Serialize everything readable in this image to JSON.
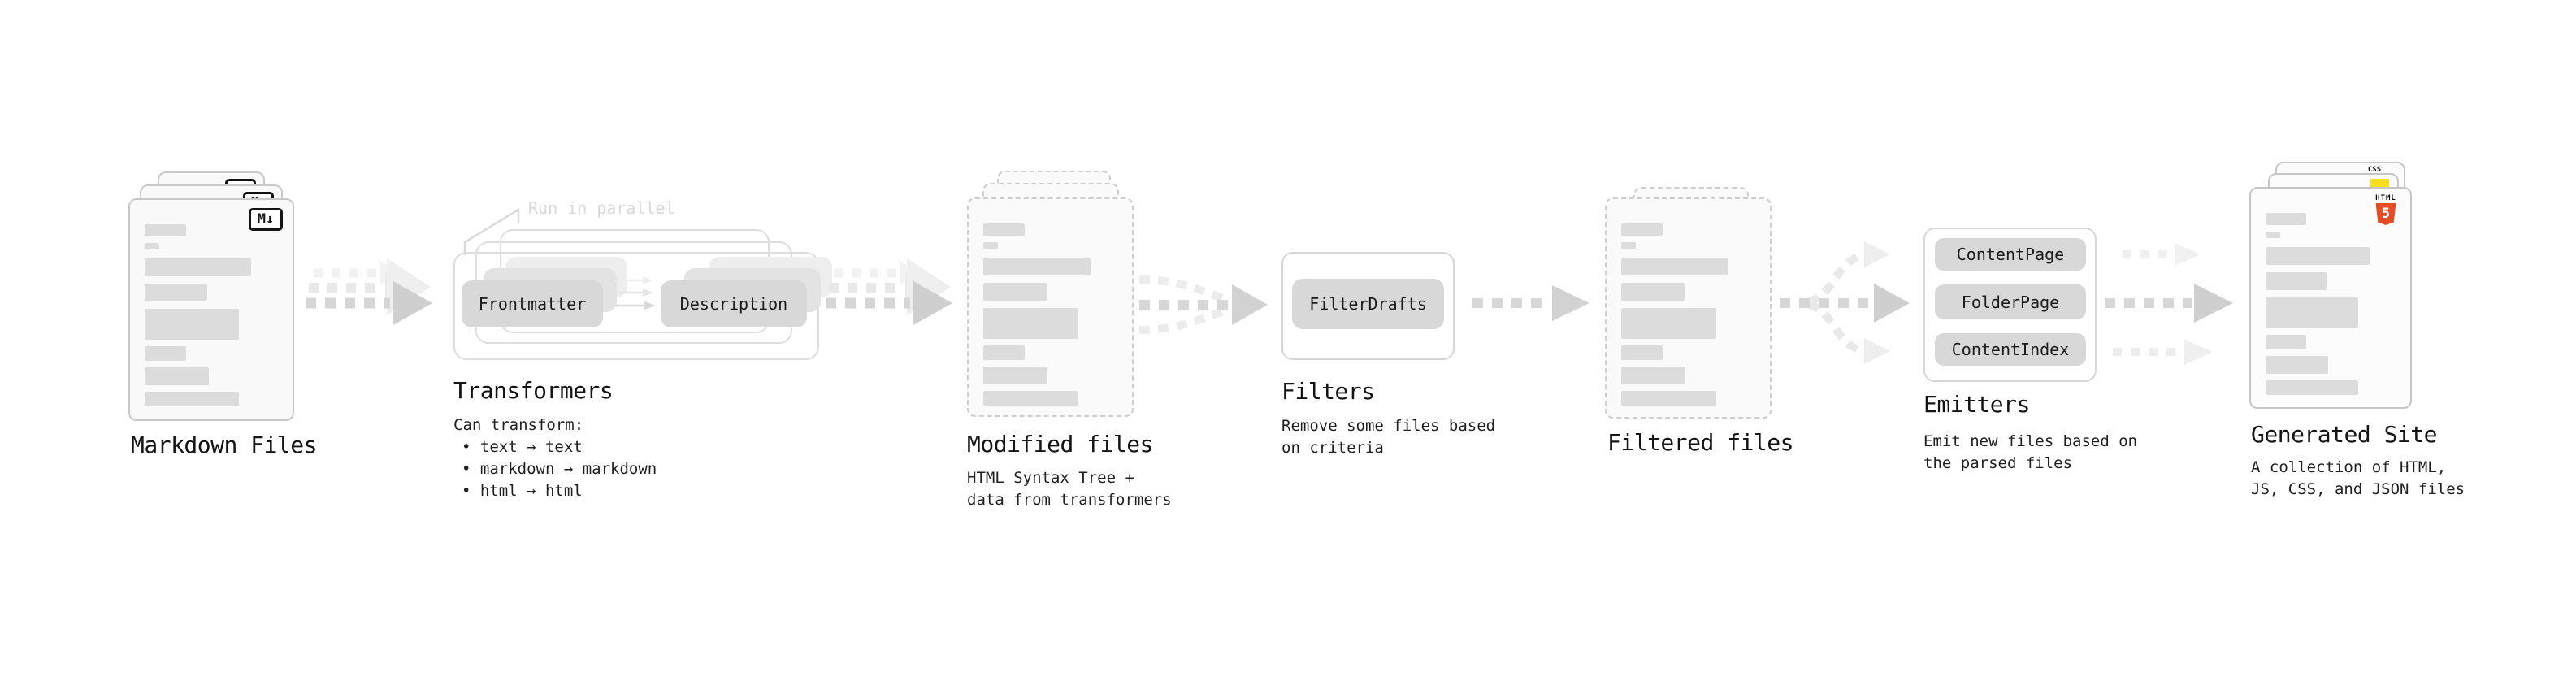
{
  "diagram": {
    "title_semantic": "static site generator pipeline",
    "colors": {
      "arrow_gray": "#d2d2d2",
      "arrow_ghost": "#ececec",
      "pill_bg": "#d8d8d8",
      "skeleton_bar": "#dcdcdc",
      "note_gray": "#d8d8d8",
      "html5_orange": "#e44d26",
      "js_yellow": "#f7df1e",
      "css_blue": "#2965f1",
      "markdown_black": "#141414"
    },
    "skeleton_rows": [
      [
        0.31,
        15,
        30
      ],
      [
        0.11,
        8,
        8
      ],
      [
        0.8,
        22,
        11
      ],
      [
        0.47,
        22,
        9
      ],
      [
        0.71,
        38,
        9
      ],
      [
        0.31,
        18,
        8
      ],
      [
        0.48,
        22,
        8
      ],
      [
        0.71,
        18,
        8
      ]
    ]
  },
  "stages": {
    "markdown": {
      "title": "Markdown Files",
      "badge": "M↓"
    },
    "transformers": {
      "title": "Transformers",
      "note": "Run in parallel",
      "pills": {
        "frontmatter": "Frontmatter",
        "description": "Description"
      },
      "sub": [
        "Can transform:",
        "• text → text",
        "• markdown → markdown",
        "• html → html"
      ]
    },
    "modified": {
      "title": "Modified files",
      "sub": [
        "HTML Syntax Tree +",
        "data from transformers"
      ]
    },
    "filters": {
      "title": "Filters",
      "pill": "FilterDrafts",
      "sub": [
        "Remove some files based",
        "on criteria"
      ]
    },
    "filtered": {
      "title": "Filtered files"
    },
    "emitters": {
      "title": "Emitters",
      "pills": [
        "ContentPage",
        "FolderPage",
        "ContentIndex"
      ],
      "sub": [
        "Emit new files based on",
        "the parsed files"
      ]
    },
    "generated": {
      "title": "Generated Site",
      "sub": [
        "A collection of HTML,",
        "JS, CSS, and JSON files"
      ],
      "badges": {
        "html_label": "HTML",
        "html_number": "5",
        "css": "CSS"
      }
    }
  }
}
